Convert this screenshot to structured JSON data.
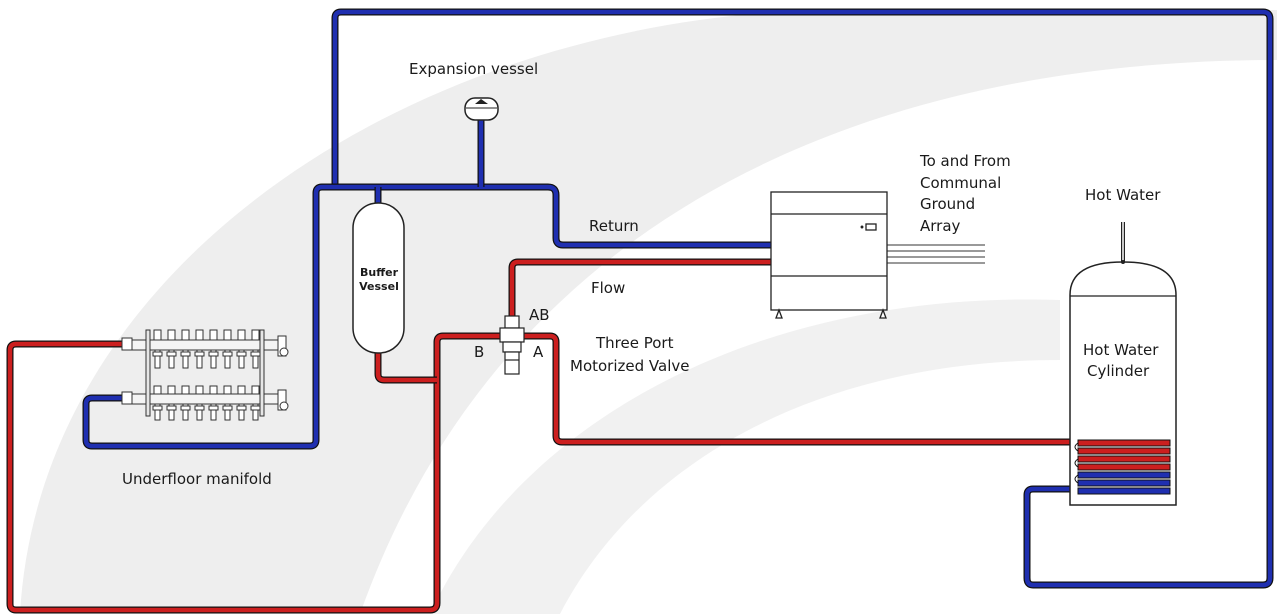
{
  "labels": {
    "expansion_vessel": "Expansion vessel",
    "return": "Return",
    "flow": "Flow",
    "buffer_vessel_line1": "Buffer",
    "buffer_vessel_line2": "Vessel",
    "port_ab": "AB",
    "port_a": "A",
    "port_b": "B",
    "valve_line1": "Three Port",
    "valve_line2": "Motorized Valve",
    "ground_line1": "To and From",
    "ground_line2": "Communal",
    "ground_line3": "Ground",
    "ground_line4": "Array",
    "hot_water": "Hot Water",
    "cylinder_line1": "Hot Water",
    "cylinder_line2": "Cylinder",
    "manifold": "Underfloor manifold"
  },
  "colors": {
    "flow_pipe": "#cc1f1f",
    "return_pipe": "#1f2fb0",
    "pipe_outline": "#222222",
    "background_arc": "#ebebeb"
  }
}
